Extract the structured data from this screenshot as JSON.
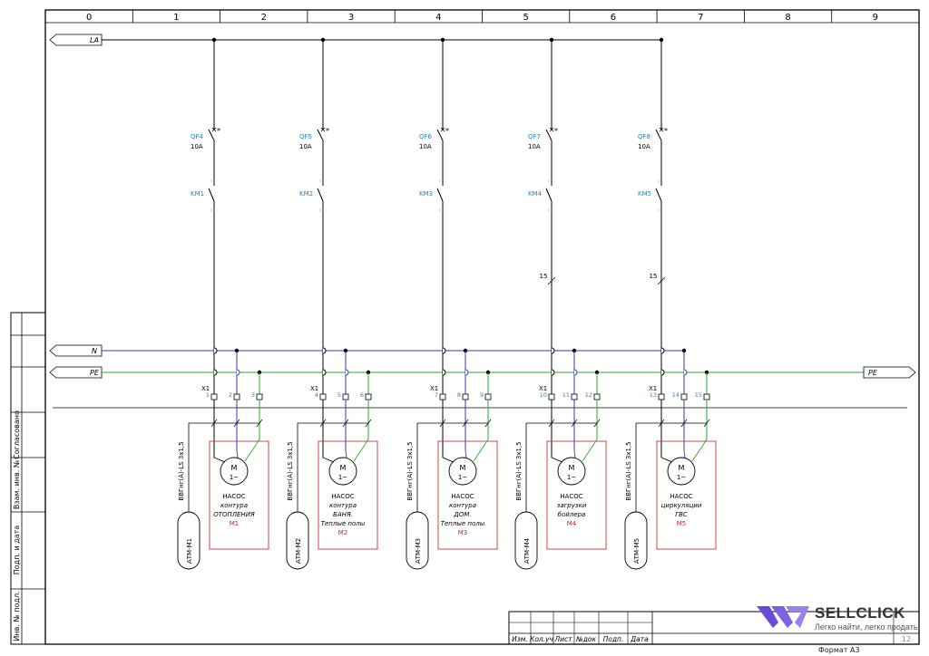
{
  "frame": {
    "columns": [
      "0",
      "1",
      "2",
      "3",
      "4",
      "5",
      "6",
      "7",
      "8",
      "9"
    ]
  },
  "buses": {
    "la": "LA",
    "n": "N",
    "pe_left": "PE",
    "pe_right": "PE"
  },
  "terminal_block": "X1",
  "branches": [
    {
      "qf": "QF4",
      "rating": "10A",
      "km": "KM1",
      "wire_no": "",
      "terminals": [
        "1",
        "2",
        "3"
      ],
      "cable": "ВВГнг(А)-LS 3х1,5",
      "atm": "АТМ-М1",
      "motor_symbol": "M",
      "motor_phase": "1~",
      "desc": [
        "НАСОС",
        "контура",
        "ОТОПЛЕНИЯ"
      ],
      "tag": "M1"
    },
    {
      "qf": "QF5",
      "rating": "10A",
      "km": "KM2",
      "wire_no": "",
      "terminals": [
        "4",
        "5",
        "6"
      ],
      "cable": "ВВГнг(А)-LS 3х1,5",
      "atm": "АТМ-М2",
      "motor_symbol": "M",
      "motor_phase": "1~",
      "desc": [
        "НАСОС",
        "контура",
        "БАНЯ.",
        "Теплые полы"
      ],
      "tag": "M2"
    },
    {
      "qf": "QF6",
      "rating": "10A",
      "km": "KM3",
      "wire_no": "",
      "terminals": [
        "7",
        "8",
        "9"
      ],
      "cable": "ВВГнг(А)-LS 3х1,5",
      "atm": "АТМ-М3",
      "motor_symbol": "M",
      "motor_phase": "1~",
      "desc": [
        "НАСОС",
        "контура",
        "ДОМ.",
        "Теплые полы"
      ],
      "tag": "M3"
    },
    {
      "qf": "QF7",
      "rating": "10A",
      "km": "KM4",
      "wire_no": "15",
      "terminals": [
        "10",
        "11",
        "12"
      ],
      "cable": "ВВГнг(А)-LS 3х1,5",
      "atm": "АТМ-М4",
      "motor_symbol": "M",
      "motor_phase": "1~",
      "desc": [
        "НАСОС",
        "загрузки",
        "бойлера"
      ],
      "tag": "M4"
    },
    {
      "qf": "QF8",
      "rating": "10A",
      "km": "KM5",
      "wire_no": "15",
      "terminals": [
        "13",
        "14",
        "15"
      ],
      "cable": "ВВГнг(А)-LS 3х1,5",
      "atm": "АТМ-М5",
      "motor_symbol": "M",
      "motor_phase": "1~",
      "desc": [
        "НАСОС",
        "циркуляции",
        "ГВС"
      ],
      "tag": "M5"
    }
  ],
  "side_stamp": [
    "Согласовано",
    "Взам. инв. №",
    "Подп. и дата",
    "Инв. № подл."
  ],
  "title_block": {
    "headers": [
      "Изм.",
      "Кол.уч",
      "Лист",
      "№док",
      "Подп.",
      "Дата"
    ],
    "sheet_no": "12"
  },
  "format_label": "Формат А3",
  "watermark": {
    "title": "SELLCLICK",
    "subtitle": "Легко найти, легко продать"
  },
  "colors": {
    "line": "#000000",
    "neutral": "#3a3aa8",
    "earth": "#2eaa2e",
    "label_blue": "#2a7fc4",
    "tag_red": "#cc2222",
    "box_red": "#cc3333",
    "watermark_purple": "#6a4bd8"
  }
}
